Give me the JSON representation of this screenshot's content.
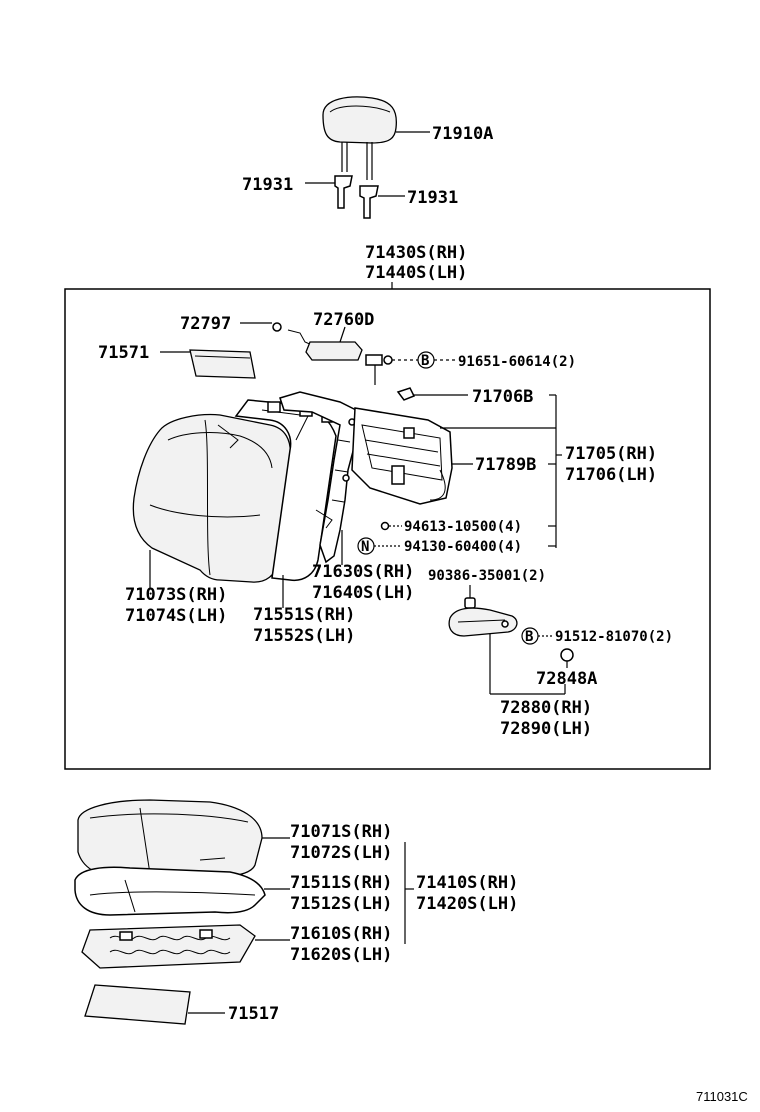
{
  "headrest": {
    "label": "71910A",
    "support_left": "71931",
    "support_right": "71931"
  },
  "seatback_assembly": {
    "label_rh": "71430S(RH)",
    "label_lh": "71440S(LH)"
  },
  "parts": {
    "p72797": "72797",
    "p72760D": "72760D",
    "p71571": "71571",
    "p91651": "91651-60614(2)",
    "p71706B": "71706B",
    "p71705_rh": "71705(RH)",
    "p71706_lh": "71706(LH)",
    "p71789B": "71789B",
    "p94613": "94613-10500(4)",
    "p94130": "94130-60400(4)",
    "p71630_rh": "71630S(RH)",
    "p71640_lh": "71640S(LH)",
    "p90386": "90386-35001(2)",
    "p71073_rh": "71073S(RH)",
    "p71074_lh": "71074S(LH)",
    "p71551_rh": "71551S(RH)",
    "p71552_lh": "71552S(LH)",
    "p91512": "91512-81070(2)",
    "p72848A": "72848A",
    "p72880_rh": "72880(RH)",
    "p72890_lh": "72890(LH)"
  },
  "seat_cushion": {
    "p71071_rh": "71071S(RH)",
    "p71072_lh": "71072S(LH)",
    "p71511_rh": "71511S(RH)",
    "p71512_lh": "71512S(LH)",
    "p71410_rh": "71410S(RH)",
    "p71420_lh": "71420S(LH)",
    "p71610_rh": "71610S(RH)",
    "p71620_lh": "71620S(LH)",
    "p71517": "71517"
  },
  "markers": {
    "bolt_b1": "B",
    "nut_n": "N",
    "bolt_b2": "B"
  },
  "figure_id": "711031C"
}
